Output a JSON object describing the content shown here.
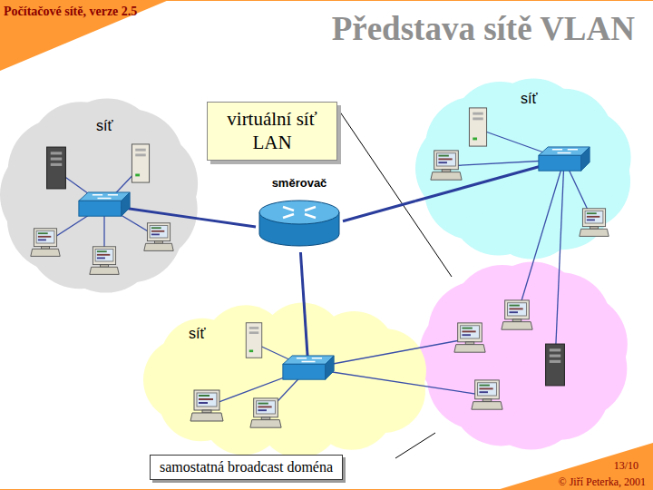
{
  "diagram": {
    "title": "Představa sítě VLAN",
    "nodes": [
      {
        "text": [
          "síť"
        ]
      },
      {
        "text": [
          "virtuální síť LAN"
        ]
      },
      {
        "text": [
          "síť"
        ]
      },
      {
        "text": [
          "směrovač"
        ]
      },
      {
        "text": [
          "síť"
        ]
      },
      {
        "text": [
          "samostatná broadcast doména"
        ]
      }
    ],
    "edges": [
      {
        "from": 3,
        "to": 0,
        "arrow": "none"
      },
      {
        "from": 3,
        "to": 2,
        "arrow": "none"
      },
      {
        "from": 3,
        "to": 4,
        "arrow": "none"
      }
    ],
    "labels": [
      "Počítačové sítě, verze 2.5",
      "13/10",
      "© Jiří Peterka, 2001"
    ]
  }
}
